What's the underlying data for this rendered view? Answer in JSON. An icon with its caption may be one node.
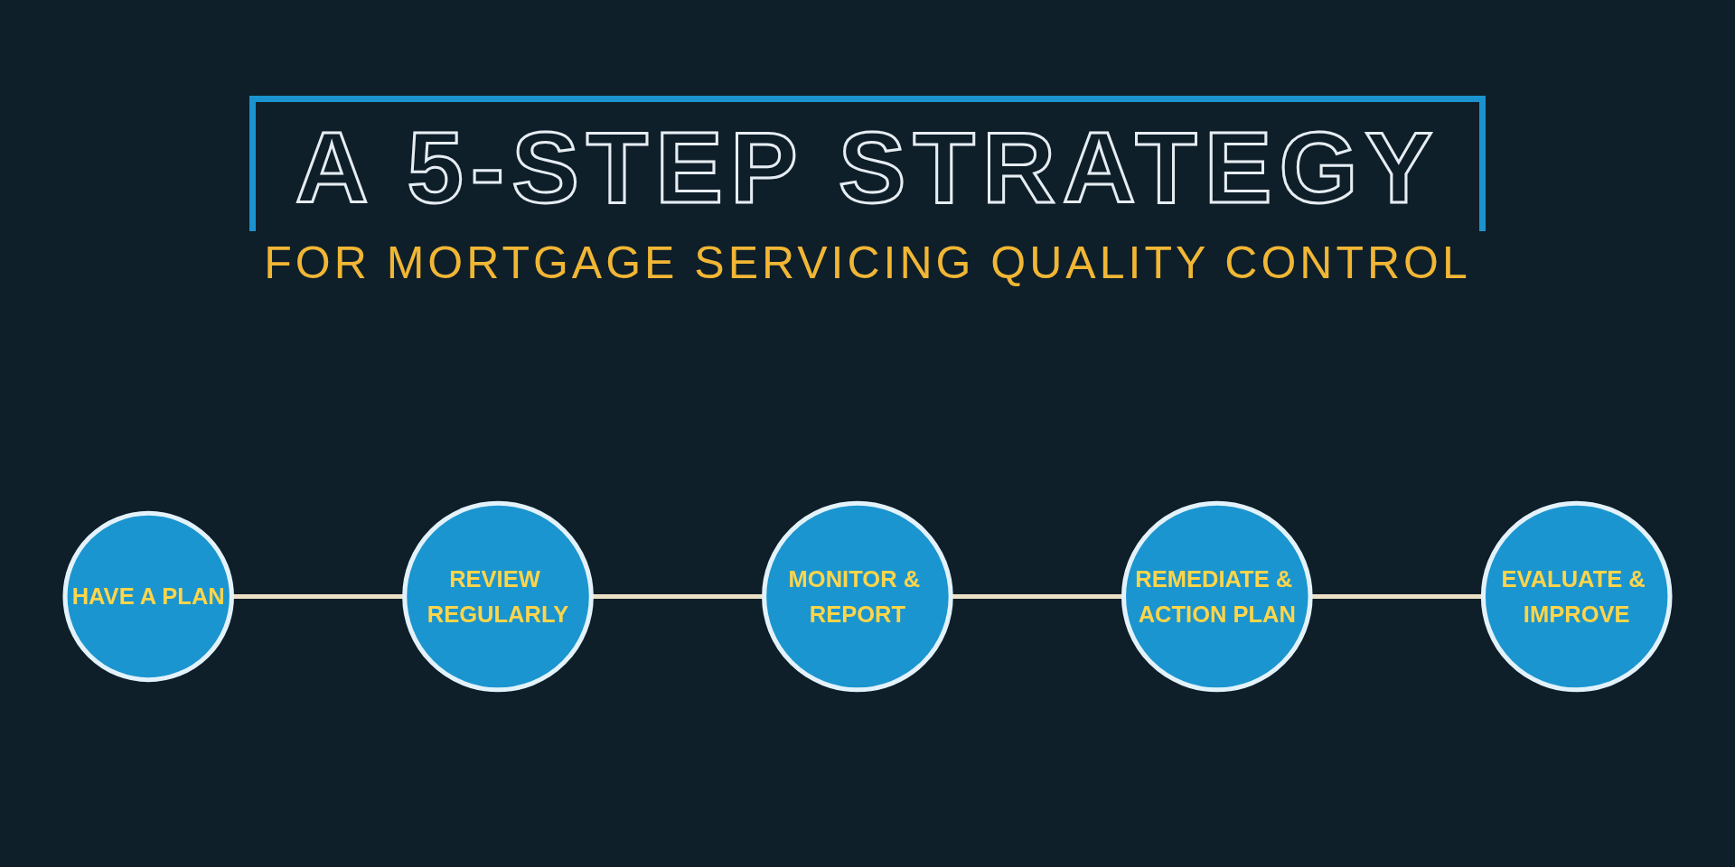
{
  "diagram": {
    "title": "A 5-STEP STRATEGY",
    "nodes": [
      {
        "text": [
          "HAVE A PLAN"
        ]
      },
      {
        "text": [
          "REVIEW REGULARLY"
        ]
      },
      {
        "text": [
          "MONITOR & REPORT"
        ]
      },
      {
        "text": [
          "REMEDIATE & ACTION PLAN"
        ]
      },
      {
        "text": [
          "EVALUATE & IMPROVE"
        ]
      }
    ],
    "edges": [
      {
        "from": 0,
        "to": 1,
        "arrow": "none"
      },
      {
        "from": 1,
        "to": 2,
        "arrow": "none"
      },
      {
        "from": 2,
        "to": 3,
        "arrow": "none"
      },
      {
        "from": 3,
        "to": 4,
        "arrow": "none"
      }
    ],
    "labels": [
      "FOR MORTGAGE SERVICING QUALITY CONTROL"
    ]
  }
}
